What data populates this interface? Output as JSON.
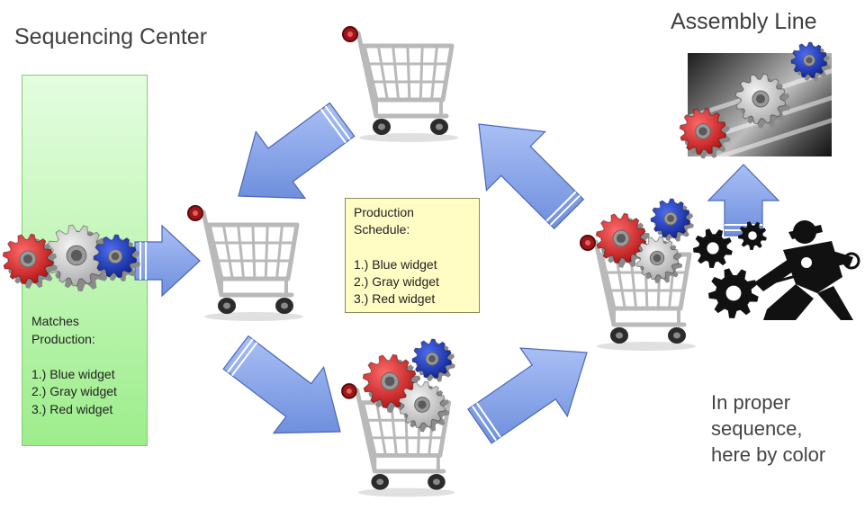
{
  "labels": {
    "sequencing_center": "Sequencing Center",
    "assembly_line": "Assembly Line",
    "sequence_note": "In proper\nsequence,\nhere by color"
  },
  "matches_box": {
    "text": "Matches\nProduction:\n\n1.) Blue widget\n2.) Gray widget\n3.) Red widget"
  },
  "schedule_box": {
    "text": "Production\nSchedule:\n\n1.) Blue widget\n2.) Gray widget\n3.) Red widget"
  },
  "colors": {
    "arrow": "#7f9fe7",
    "arrow_edge": "#4a66b8",
    "gear_red": "#d11a1a",
    "gear_gray": "#c8c8c8",
    "gear_blue": "#1533b8",
    "cart_metal": "#b9b9b9",
    "wheel": "#2b2b2b"
  },
  "icons": [
    "shopping-cart-icon",
    "gear-icon",
    "worker-with-gears-icon"
  ]
}
